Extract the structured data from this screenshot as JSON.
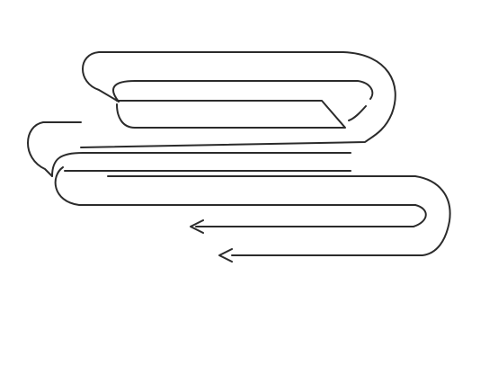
{
  "figure": {
    "kind": "folded-band line drawing",
    "stroke_color": "#2b2b2b",
    "background_color": "#ffffff",
    "fold_count": 3,
    "arrow_count": 2,
    "arrow_direction": "left"
  }
}
